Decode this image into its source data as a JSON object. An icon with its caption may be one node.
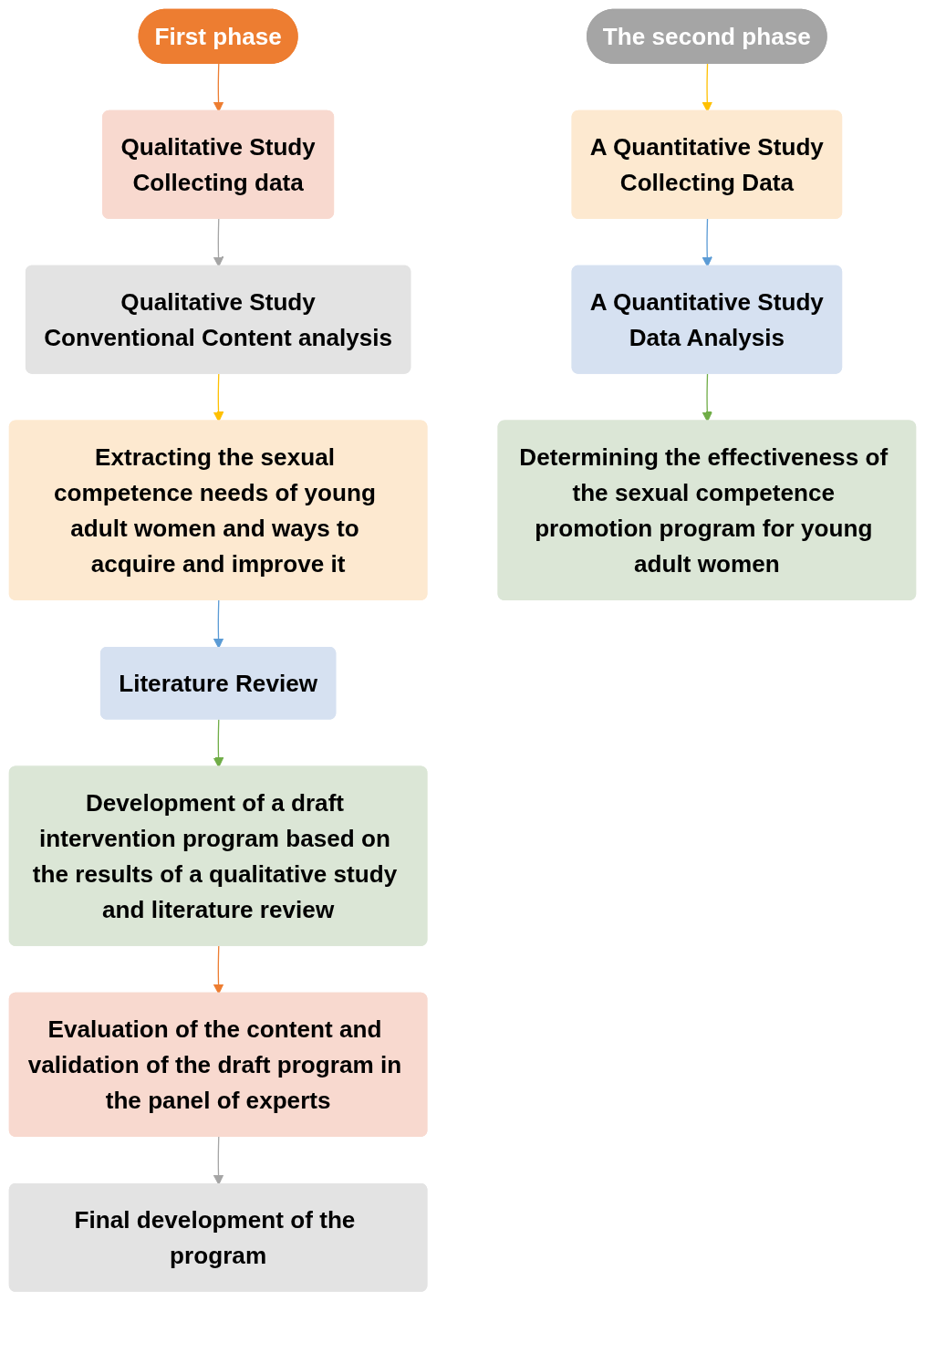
{
  "diagram": {
    "nodes": [
      {
        "text": [
          "First phase"
        ]
      },
      {
        "text": [
          "Qualitative Study",
          "Collecting data"
        ]
      },
      {
        "text": [
          "Qualitative Study",
          "Conventional Content analysis"
        ]
      },
      {
        "text": [
          "Extracting the sexual competence needs of young adult women and ways to acquire and improve it"
        ]
      },
      {
        "text": [
          "Literature Review"
        ]
      },
      {
        "text": [
          "Development of a draft intervention program based on the results of a qualitative study and literature review"
        ]
      },
      {
        "text": [
          "Evaluation of the content and validation of the draft program in the panel of experts"
        ]
      },
      {
        "text": [
          "Final development of the program"
        ]
      },
      {
        "text": [
          "The second phase"
        ]
      },
      {
        "text": [
          "A Quantitative Study",
          "Collecting Data"
        ]
      },
      {
        "text": [
          "A Quantitative Study",
          "Data Analysis"
        ]
      },
      {
        "text": [
          "Determining the effectiveness of the sexual competence promotion program for young adult women"
        ]
      }
    ],
    "edges": [
      {
        "from": 0,
        "to": 1,
        "arrow": "to",
        "color": "#ed7d31"
      },
      {
        "from": 1,
        "to": 2,
        "arrow": "to",
        "color": "#a5a5a5"
      },
      {
        "from": 2,
        "to": 3,
        "arrow": "to",
        "color": "#ffc000"
      },
      {
        "from": 3,
        "to": 4,
        "arrow": "to",
        "color": "#5b9bd5"
      },
      {
        "from": 4,
        "to": 5,
        "arrow": "to",
        "color": "#70ad47"
      },
      {
        "from": 5,
        "to": 6,
        "arrow": "to",
        "color": "#ed7d31"
      },
      {
        "from": 6,
        "to": 7,
        "arrow": "to",
        "color": "#a5a5a5"
      },
      {
        "from": 8,
        "to": 9,
        "arrow": "to",
        "color": "#ffc000"
      },
      {
        "from": 9,
        "to": 10,
        "arrow": "to",
        "color": "#5b9bd5"
      },
      {
        "from": 10,
        "to": 11,
        "arrow": "to",
        "color": "#70ad47"
      }
    ]
  }
}
